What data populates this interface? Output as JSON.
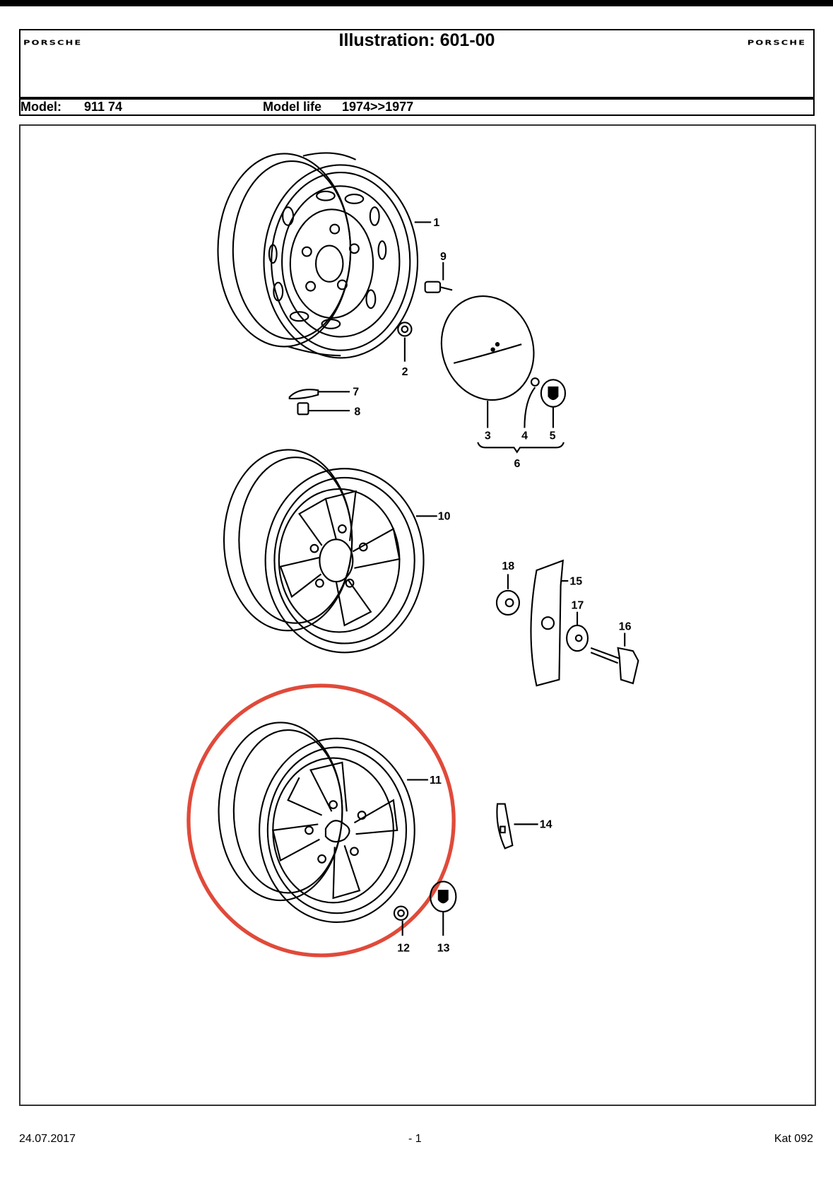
{
  "header": {
    "logo_left": "PORSCHE",
    "logo_right": "PORSCHE",
    "title": "Illustration: 601-00"
  },
  "model_row": {
    "model_label": "Model:",
    "model_value": "911 74",
    "life_label": "Model life",
    "life_value": "1974>>1977"
  },
  "diagram": {
    "callouts": [
      "1",
      "2",
      "3",
      "4",
      "5",
      "6",
      "7",
      "8",
      "9",
      "10",
      "11",
      "12",
      "13",
      "14",
      "15",
      "16",
      "17",
      "18"
    ],
    "highlight_color": "#e04a3a",
    "highlighted_part": "11"
  },
  "footer": {
    "date": "24.07.2017",
    "page": "- 1",
    "catalog": "Kat 092"
  }
}
